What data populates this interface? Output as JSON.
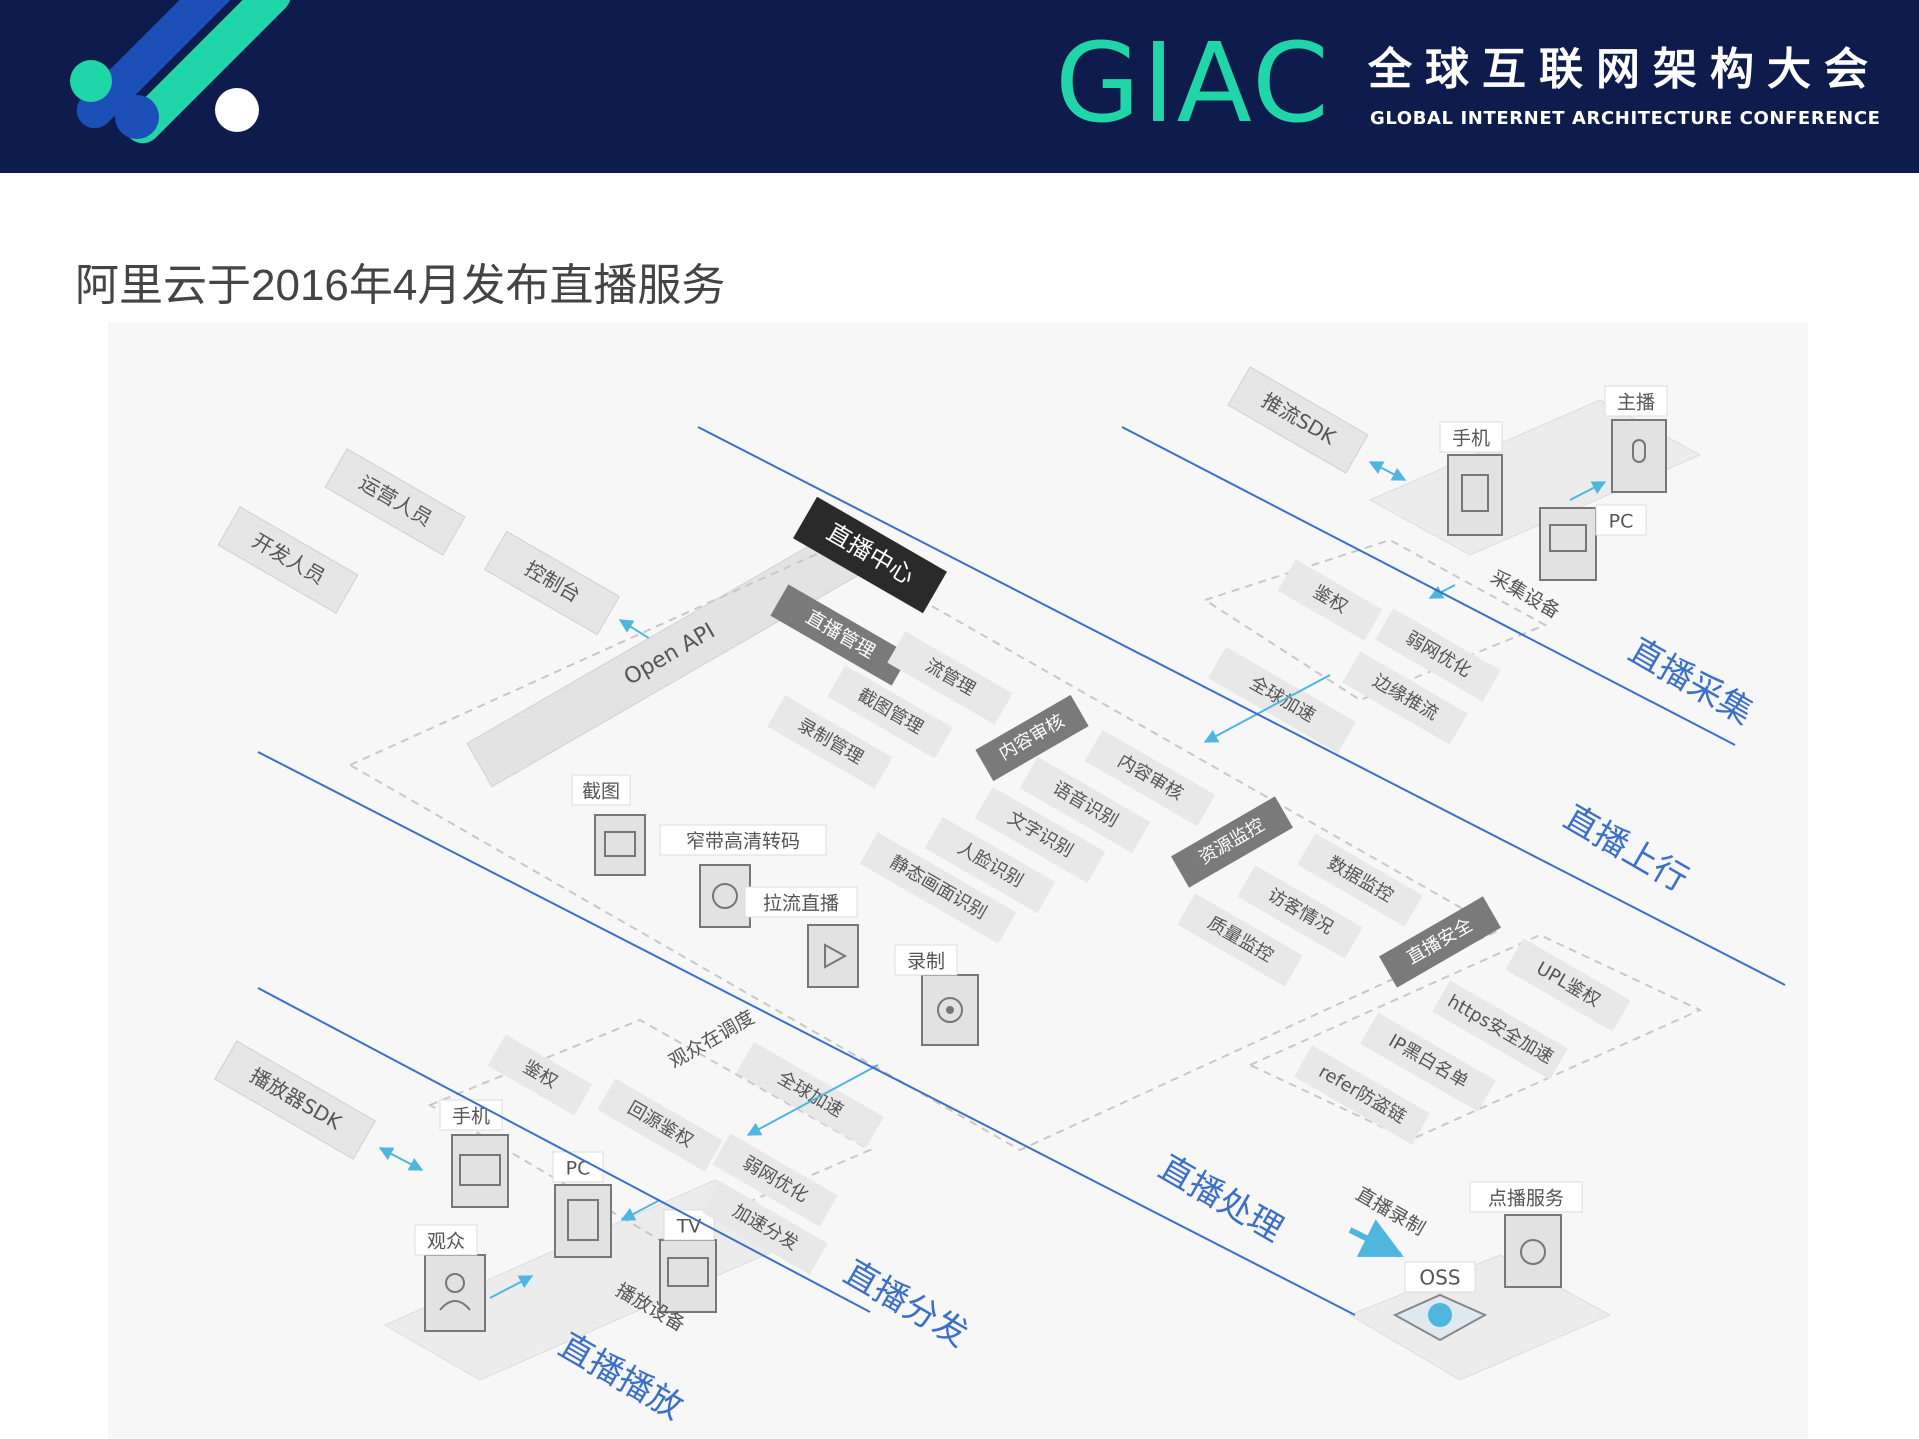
{
  "header": {
    "logo_text": "GIAC",
    "cn_name": "全球互联网架构大会",
    "en_name": "GLOBAL INTERNET ARCHITECTURE CONFERENCE",
    "colors": {
      "bg": "#0e1b4d",
      "accent": "#20d6a8"
    }
  },
  "slide": {
    "title": "阿里云于2016年4月发布直播服务"
  },
  "diagram": {
    "ops": {
      "ops_staff": "运营人员",
      "dev_staff": "开发人员",
      "console": "控制台",
      "open_api": "Open API"
    },
    "center": {
      "title": "直播中心"
    },
    "live_mgmt": {
      "title": "直播管理",
      "items": [
        "流管理",
        "截图管理",
        "录制管理"
      ]
    },
    "content_audit": {
      "title": "内容审核",
      "items": [
        "内容审核",
        "语音识别",
        "文字识别",
        "人脸识别",
        "静态画面识别"
      ]
    },
    "resource_monitor": {
      "title": "资源监控",
      "items": [
        "数据监控",
        "访客情况",
        "质量监控"
      ]
    },
    "live_security": {
      "title": "直播安全",
      "items": [
        "UPL鉴权",
        "https安全加速",
        "IP黑白名单",
        "refer防盗链"
      ]
    },
    "media": {
      "snapshot": "截图",
      "transcode": "窄带高清转码",
      "pull": "拉流直播",
      "record": "录制"
    },
    "capture": {
      "sdk": "推流SDK",
      "phone": "手机",
      "anchor": "主播",
      "pc": "PC",
      "device": "采集设备",
      "auth": "鉴权",
      "net_opt": "弱网优化",
      "edge_push": "边缘推流",
      "global_accel": "全球加速"
    },
    "playback": {
      "sdk": "播放器SDK",
      "phone": "手机",
      "pc": "PC",
      "tv": "TV",
      "audience": "观众",
      "device": "播放设备",
      "auth": "鉴权",
      "origin_auth": "回源鉴权",
      "net_opt": "弱网优化",
      "accel_dist": "加速分发",
      "scheduling": "观众在调度",
      "global_accel": "全球加速"
    },
    "storage": {
      "record": "直播录制",
      "oss": "OSS",
      "vod": "点播服务"
    },
    "flows": {
      "capture": "直播采集",
      "upstream": "直播上行",
      "process": "直播处理",
      "distribute": "直播分发",
      "play": "直播播放"
    },
    "flow_color": "#3c6fc8"
  }
}
